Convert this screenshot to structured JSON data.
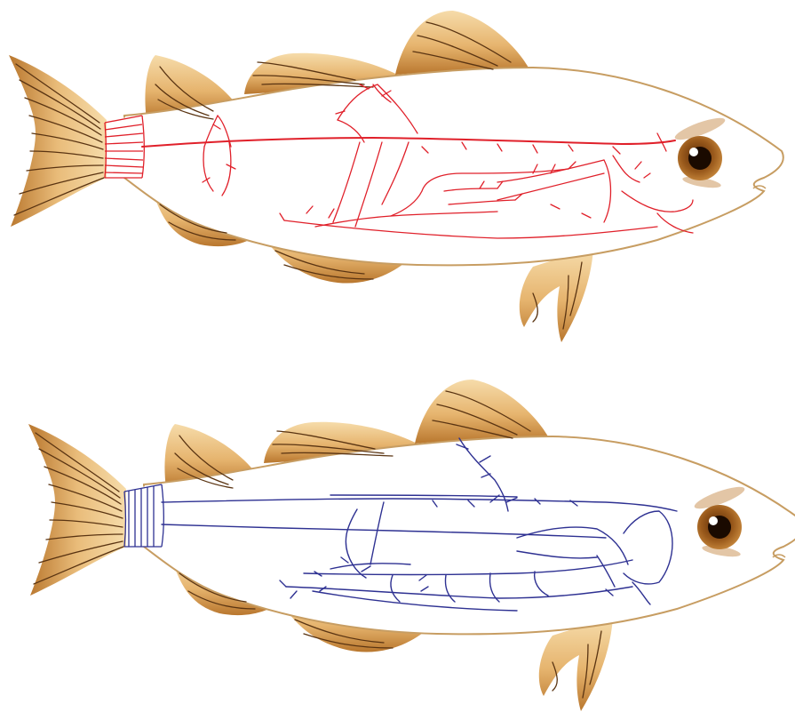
{
  "colors": {
    "background": "#ffffff",
    "fin_light": "#f2cf94",
    "fin_dark": "#b9772e",
    "fin_lines": "#5a3412",
    "body_fill": "#ffffff",
    "body_outline": "#c79d62",
    "artery": "#e0202a",
    "vein": "#2e3192",
    "eye_iris": "#8a4a14",
    "eye_ring": "#d9b48c"
  },
  "figures": [
    {
      "id": "arterial-system",
      "vessel_color_key": "artery"
    },
    {
      "id": "venous-system",
      "vessel_color_key": "vein"
    }
  ]
}
